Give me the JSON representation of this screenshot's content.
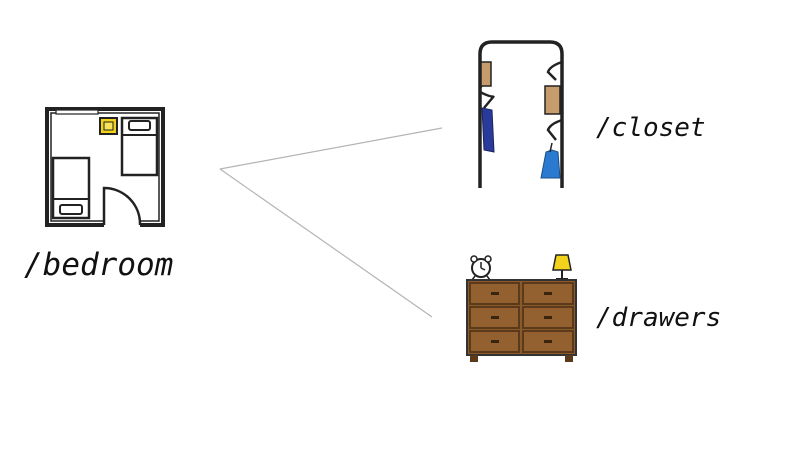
{
  "nodes": {
    "bedroom": {
      "label": "/bedroom",
      "icon": "floor-plan-icon"
    },
    "closet": {
      "label": "/closet",
      "icon": "closet-icon"
    },
    "drawers": {
      "label": "/drawers",
      "icon": "dresser-icon"
    }
  },
  "edges": [
    {
      "from": "bedroom",
      "to": "closet"
    },
    {
      "from": "bedroom",
      "to": "drawers"
    }
  ],
  "colors": {
    "line": "#b4b4b4",
    "outline": "#222222",
    "wood": "#8b5a2b",
    "wood_dark": "#5a3a1a",
    "cardboard": "#c69c6d",
    "blue_dark": "#2a3a9a",
    "blue_light": "#2a7ad0",
    "lamp_yellow": "#f2d21b",
    "frame_yellow": "#f2d21b"
  }
}
